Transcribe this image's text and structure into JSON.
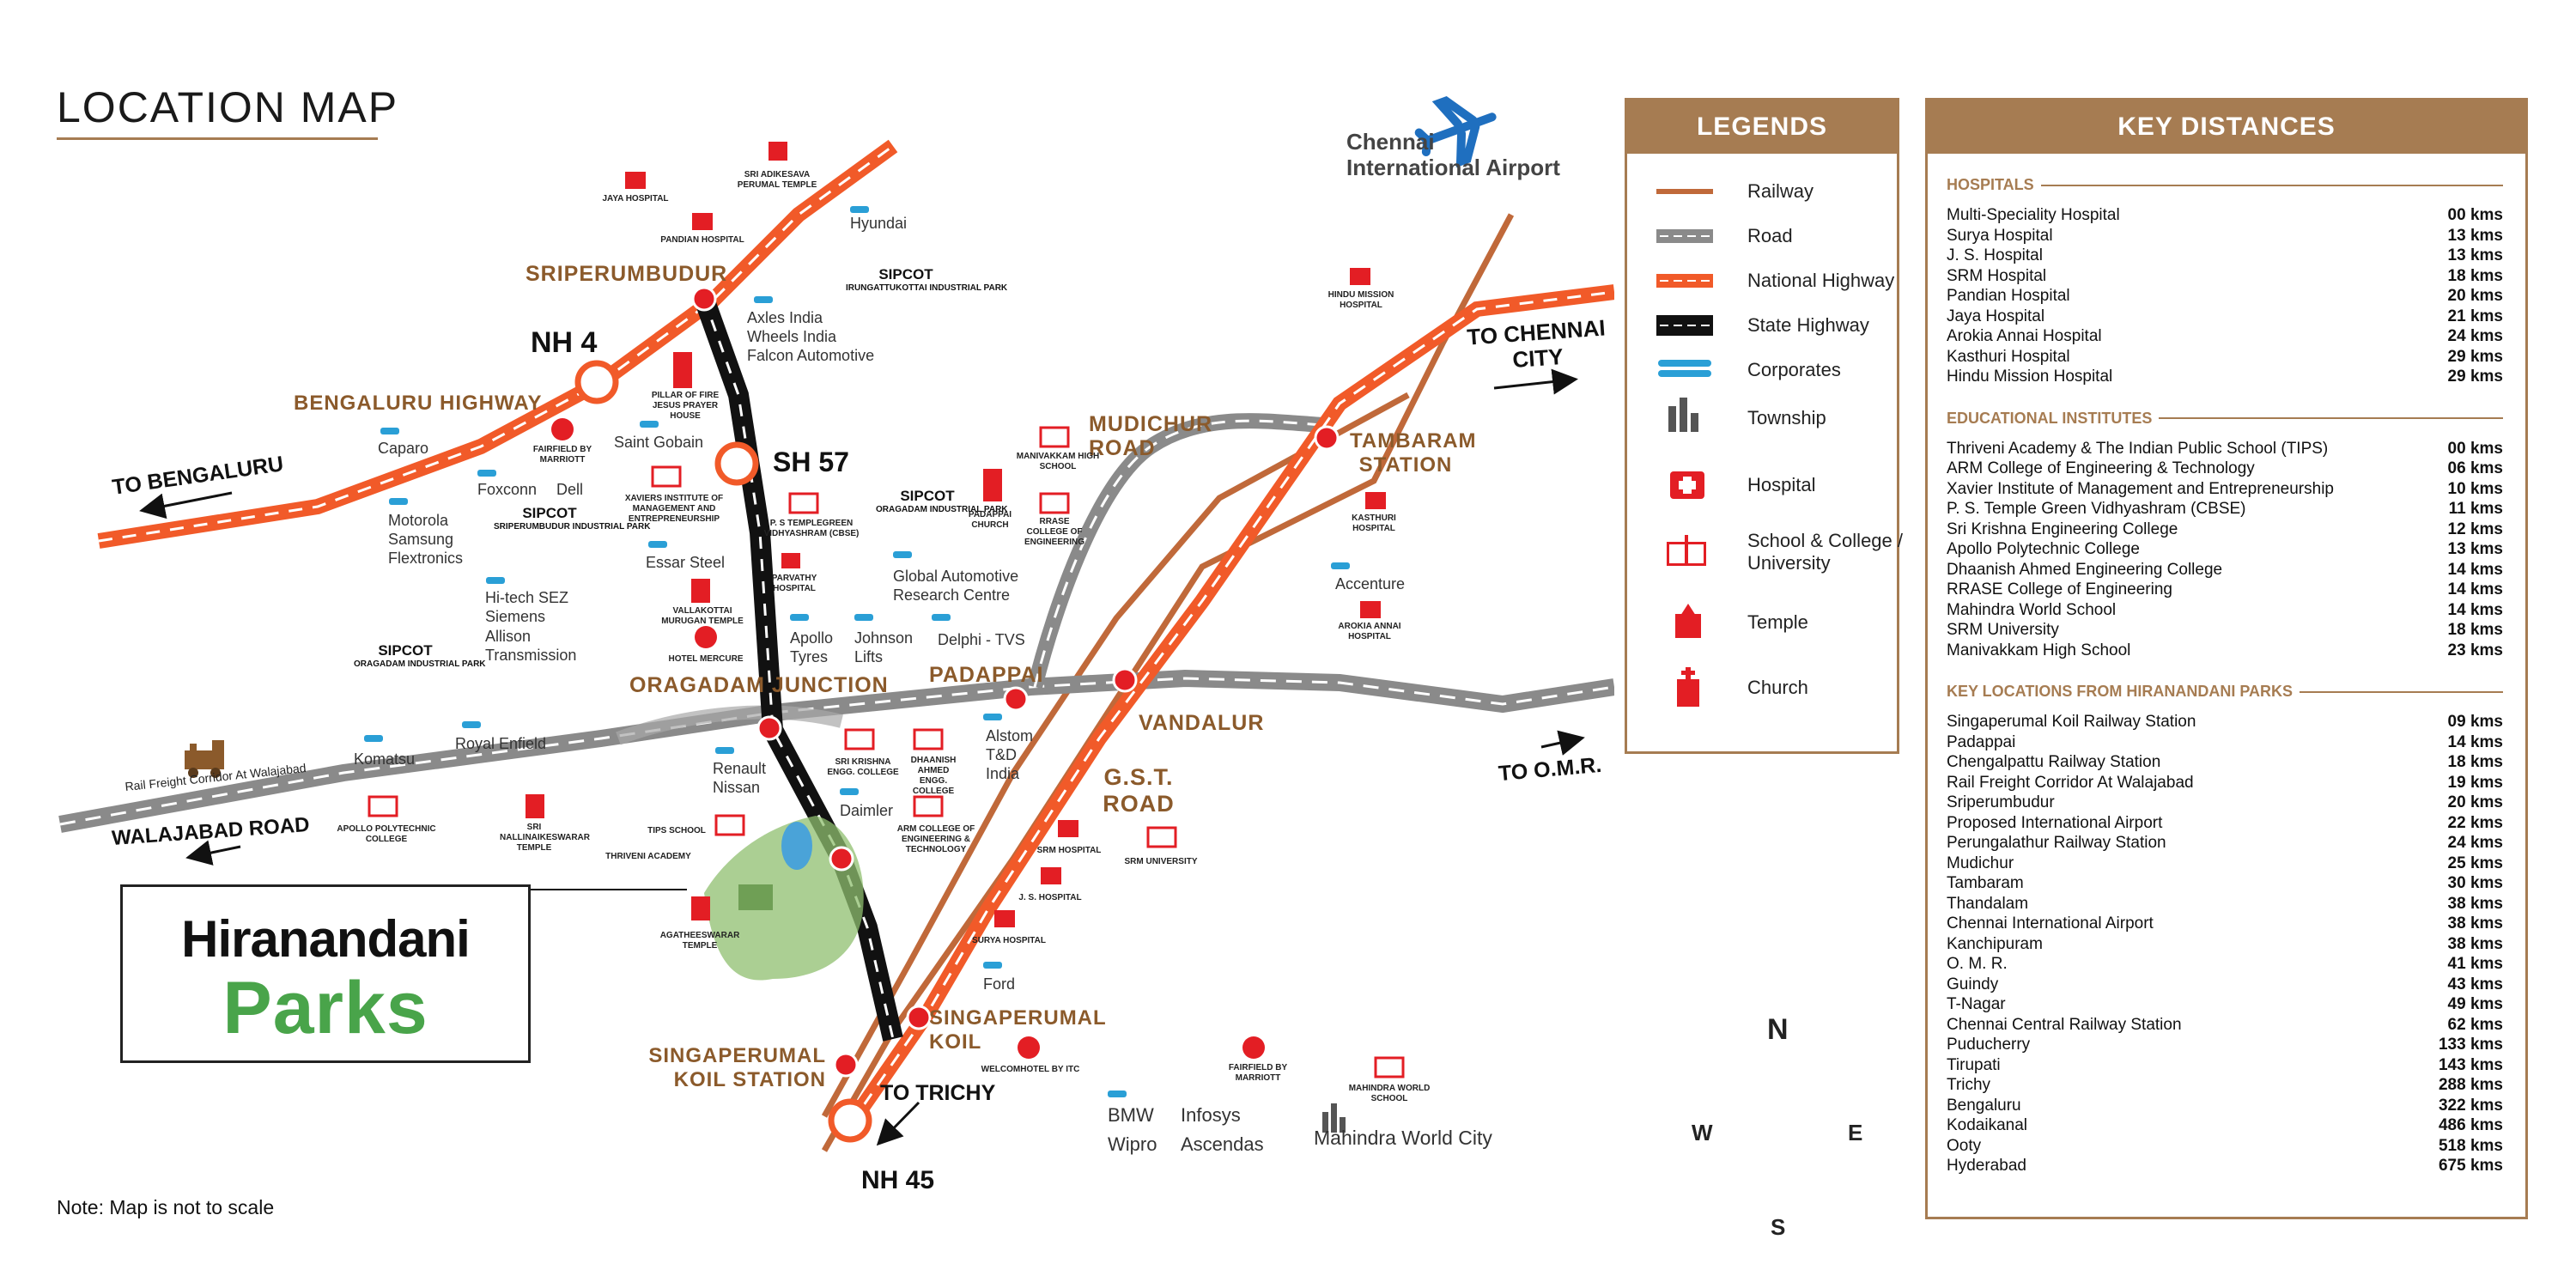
{
  "title": "LOCATION MAP",
  "note": "Note: Map is not to scale",
  "brand": {
    "line1": "Hiranandani",
    "line2": "Parks"
  },
  "colors": {
    "railway": "#c0693a",
    "national_highway": "#f15a29",
    "state_highway": "#111111",
    "road": "#8a8a8a",
    "accent": "#a67c52",
    "green": "#49a44a"
  },
  "map_labels": {
    "sriperumbudur": "SRIPERUMBUDUR",
    "nh4": "NH 4",
    "bengaluru_highway": "BENGALURU HIGHWAY",
    "to_bengaluru": "TO BENGALURU",
    "sh57": "SH 57",
    "oragadam_junction": "ORAGADAM JUNCTION",
    "padappai": "PADAPPAI",
    "vandalur": "VANDALUR",
    "gst_road": "G.S.T. ROAD",
    "mudichur_road": "MUDICHUR ROAD",
    "tambaram_station": "TAMBARAM STATION",
    "to_chennai_city": "TO CHENNAI CITY",
    "to_omr": "TO O.M.R.",
    "chennai_airport": "Chennai International Airport",
    "walajabad_road": "WALAJABAD ROAD",
    "rail_freight": "Rail Freight Corridor At Walajabad",
    "singaperumal_koil": "SINGAPERUMAL KOIL",
    "singaperumal_koil_station": "SINGAPERUMAL KOIL STATION",
    "to_trichy": "TO TRICHY",
    "nh45": "NH 45",
    "mahindra_world_city": "Mahindra World City"
  },
  "sipcot": [
    {
      "name": "SIPCOT",
      "sub": "IRUNGATTUKOTTAI INDUSTRIAL PARK"
    },
    {
      "name": "SIPCOT",
      "sub": "SRIPERUMBUDUR INDUSTRIAL PARK"
    },
    {
      "name": "SIPCOT",
      "sub": "ORAGADAM INDUSTRIAL PARK"
    },
    {
      "name": "SIPCOT",
      "sub": "ORAGADAM INDUSTRIAL PARK"
    }
  ],
  "corporates": {
    "hyundai": "Hyundai",
    "axles": "Axles India",
    "wheels": "Wheels India",
    "falcon": "Falcon Automotive",
    "saint_gobain": "Saint Gobain",
    "caparo": "Caparo",
    "foxconn": "Foxconn",
    "dell": "Dell",
    "motorola": "Motorola",
    "samsung": "Samsung",
    "flextronics": "Flextronics",
    "essar": "Essar Steel",
    "hitech": "Hi-tech SEZ",
    "siemens": "Siemens",
    "allison": "Allison Transmission",
    "apollo_tyres": "Apollo Tyres",
    "johnson_lifts": "Johnson Lifts",
    "delphi": "Delphi - TVS",
    "global_auto": "Global Automotive Research Centre",
    "accenture": "Accenture",
    "alstom": "Alstom T&D India",
    "komatsu": "Komatsu",
    "royal_enfield": "Royal Enfield",
    "renault": "Renault Nissan",
    "daimler": "Daimler",
    "ford": "Ford",
    "bmw": "BMW",
    "infosys": "Infosys",
    "wipro": "Wipro",
    "ascendas": "Ascendas"
  },
  "pois": {
    "jaya_hospital": "JAYA HOSPITAL",
    "adikesava": "SRI ADIKESAVA PERUMAL TEMPLE",
    "pandian": "PANDIAN HOSPITAL",
    "pillar_of_fire": "PILLAR OF FIRE JESUS PRAYER HOUSE",
    "fairfield1": "FAIRFIELD BY MARRIOTT",
    "xaviers": "XAVIERS INSTITUTE OF MANAGEMENT AND ENTREPRENEURSHIP",
    "ps_temple": "P. S TEMPLEGREEN VIDHYASHRAM (CBSE)",
    "parvathy": "PARVATHY HOSPITAL",
    "vallakottai": "VALLAKOTTAI MURUGAN TEMPLE",
    "hotel_mercure": "HOTEL MERCURE",
    "manivakkam": "MANIVAKKAM HIGH SCHOOL",
    "padappai_church": "PADAPPAI CHURCH",
    "rrase": "RRASE COLLEGE OF ENGINEERING",
    "hindu_mission": "HINDU MISSION HOSPITAL",
    "kasthuri": "KASTHURI HOSPITAL",
    "arokia": "AROKIA ANNAI HOSPITAL",
    "apollo_poly": "APOLLO POLYTECHNIC COLLEGE",
    "nallinaikeswarar": "SRI NALLINAIKESWARAR TEMPLE",
    "sri_krishna": "SRI KRISHNA ENGG. COLLEGE",
    "dhaanish": "DHAANISH AHMED ENGG. COLLEGE",
    "arm_college": "ARM COLLEGE OF ENGINEERING & TECHNOLOGY",
    "tips": "TIPS SCHOOL",
    "thriveni": "THRIVENI ACADEMY",
    "agatheeswarar": "AGATHEESWARAR TEMPLE",
    "srm_hospital": "SRM HOSPITAL",
    "srm_university": "SRM UNIVERSITY",
    "js_hospital": "J. S. HOSPITAL",
    "surya": "SURYA HOSPITAL",
    "welcomhotel": "WELCOMHOTEL BY ITC",
    "fairfield2": "FAIRFIELD BY MARRIOTT",
    "mahindra_school": "MAHINDRA WORLD SCHOOL"
  },
  "compass": {
    "n": "N",
    "s": "S",
    "e": "E",
    "w": "W"
  },
  "legends": {
    "title": "LEGENDS",
    "items": [
      {
        "icon": "railway-icon",
        "label": "Railway"
      },
      {
        "icon": "road-icon",
        "label": "Road"
      },
      {
        "icon": "national-highway-icon",
        "label": "National Highway"
      },
      {
        "icon": "state-highway-icon",
        "label": "State Highway"
      },
      {
        "icon": "corporates-icon",
        "label": "Corporates"
      },
      {
        "icon": "township-icon",
        "label": "Township"
      },
      {
        "icon": "hospital-icon",
        "label": "Hospital"
      },
      {
        "icon": "school-icon",
        "label": "School & College / University"
      },
      {
        "icon": "temple-icon",
        "label": "Temple"
      },
      {
        "icon": "church-icon",
        "label": "Church"
      }
    ]
  },
  "key_distances": {
    "title": "KEY DISTANCES",
    "sections": [
      {
        "heading": "HOSPITALS",
        "rows": [
          [
            "Multi-Speciality Hospital",
            "00 kms"
          ],
          [
            "Surya Hospital",
            "13 kms"
          ],
          [
            "J. S. Hospital",
            "13 kms"
          ],
          [
            "SRM Hospital",
            "18 kms"
          ],
          [
            "Pandian Hospital",
            "20 kms"
          ],
          [
            "Jaya Hospital",
            "21 kms"
          ],
          [
            "Arokia Annai Hospital",
            "24 kms"
          ],
          [
            "Kasthuri Hospital",
            "29 kms"
          ],
          [
            "Hindu Mission Hospital",
            "29 kms"
          ]
        ]
      },
      {
        "heading": "EDUCATIONAL INSTITUTES",
        "rows": [
          [
            "Thriveni Academy & The Indian Public School (TIPS)",
            "00 kms"
          ],
          [
            "ARM College of Engineering & Technology",
            "06 kms"
          ],
          [
            "Xavier Institute of Management and Entrepreneurship",
            "10 kms"
          ],
          [
            "P. S. Temple Green Vidhyashram (CBSE)",
            "11 kms"
          ],
          [
            "Sri Krishna Engineering College",
            "12 kms"
          ],
          [
            "Apollo Polytechnic College",
            "13 kms"
          ],
          [
            "Dhaanish Ahmed Engineering College",
            "14 kms"
          ],
          [
            "RRASE College of Engineering",
            "14 kms"
          ],
          [
            "Mahindra World School",
            "14 kms"
          ],
          [
            "SRM University",
            "18 kms"
          ],
          [
            "Manivakkam High School",
            "23 kms"
          ]
        ]
      },
      {
        "heading": "KEY LOCATIONS FROM HIRANANDANI PARKS",
        "rows": [
          [
            "Singaperumal Koil Railway Station",
            "09 kms"
          ],
          [
            "Padappai",
            "14 kms"
          ],
          [
            "Chengalpattu Railway Station",
            "18 kms"
          ],
          [
            "Rail Freight Corridor At Walajabad",
            "19 kms"
          ],
          [
            "Sriperumbudur",
            "20 kms"
          ],
          [
            "Proposed International Airport",
            "22 kms"
          ],
          [
            "Perungalathur Railway Station",
            "24 kms"
          ],
          [
            "Mudichur",
            "25 kms"
          ],
          [
            "Tambaram",
            "30 kms"
          ],
          [
            "Thandalam",
            "38 kms"
          ],
          [
            "Chennai International Airport",
            "38 kms"
          ],
          [
            "Kanchipuram",
            "38 kms"
          ],
          [
            "O. M. R.",
            "41 kms"
          ],
          [
            "Guindy",
            "43 kms"
          ],
          [
            "T-Nagar",
            "49 kms"
          ],
          [
            "Chennai Central Railway Station",
            "62 kms"
          ],
          [
            "Puducherry",
            "133 kms"
          ],
          [
            "Tirupati",
            "143 kms"
          ],
          [
            "Trichy",
            "288 kms"
          ],
          [
            "Bengaluru",
            "322 kms"
          ],
          [
            "Kodaikanal",
            "486 kms"
          ],
          [
            "Ooty",
            "518 kms"
          ],
          [
            "Hyderabad",
            "675 kms"
          ]
        ]
      }
    ]
  }
}
